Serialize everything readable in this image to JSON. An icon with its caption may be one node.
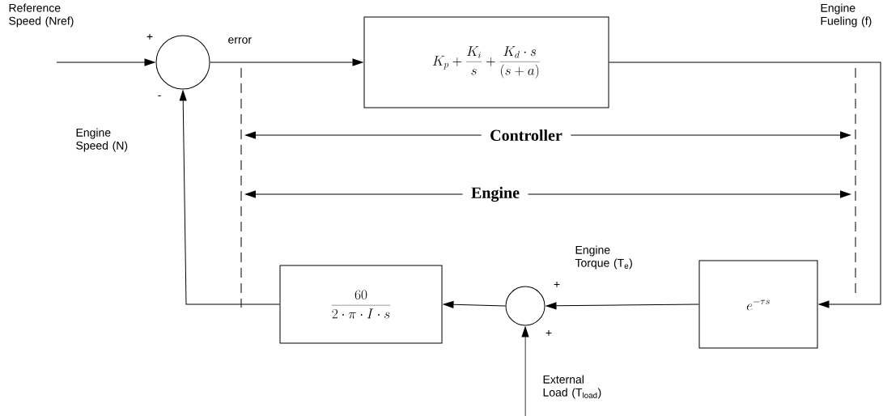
{
  "diagram": {
    "nodes": [
      {
        "text": [],
        "shape": "circle"
      },
      {
        "text": [
          "K_p + \\frac{K_i}{s} + \\frac{K_d \\cdot s}{(s + a)}"
        ]
      },
      {
        "text": [
          "e^{-\\tau s}"
        ]
      },
      {
        "text": [],
        "shape": "circle"
      },
      {
        "text": [
          "\\frac{60}{2 \\cdot \\pi \\cdot I \\cdot s}"
        ]
      }
    ],
    "edges": [
      {
        "from": null,
        "to": 0,
        "arrow": "to",
        "label": "Reference Speed (Nref)"
      },
      {
        "from": 0,
        "to": 1,
        "arrow": "to",
        "label": "error"
      },
      {
        "from": 1,
        "to": 2,
        "arrow": "to",
        "label": "Engine Fueling (f)"
      },
      {
        "from": 2,
        "to": 3,
        "arrow": "to",
        "label": "Engine Torque (T$_{e}$)"
      },
      {
        "from": 3,
        "to": 4,
        "arrow": "to"
      },
      {
        "from": 4,
        "to": 0,
        "arrow": "to",
        "label": "Engine Speed (N)"
      },
      {
        "from": null,
        "to": 3,
        "arrow": "to",
        "label": "External Load (T$_{load}$)"
      }
    ],
    "labels": [
      "+",
      "-",
      "+",
      "+",
      "Controller",
      "Engine"
    ]
  }
}
